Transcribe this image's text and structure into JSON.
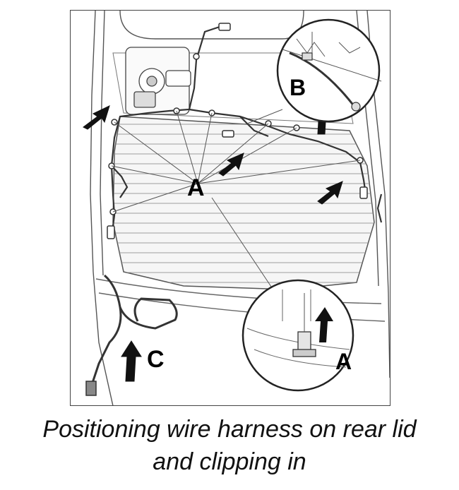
{
  "figure": {
    "callouts": {
      "a_main": "A",
      "b": "B",
      "c": "C",
      "a_detail": "A"
    },
    "colors": {
      "line": "#555555",
      "harness": "#333333",
      "arrow": "#111111"
    }
  },
  "caption": {
    "line1": "Positioning wire harness on rear lid",
    "line2": "and clipping in"
  }
}
